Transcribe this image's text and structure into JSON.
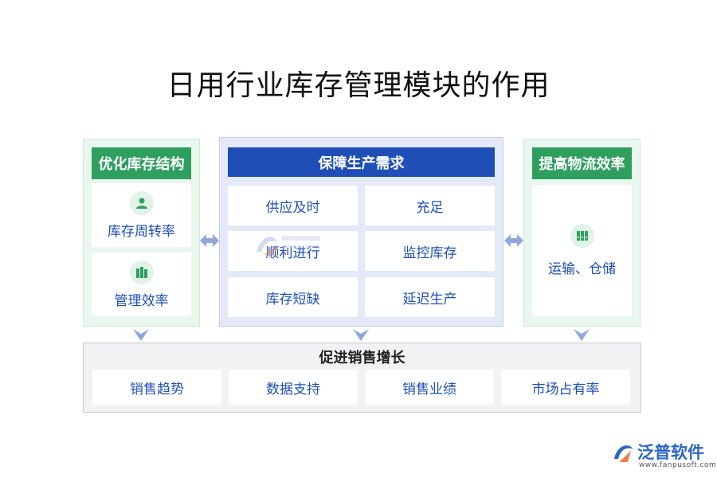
{
  "title": "日用行业库存管理模块的作用",
  "left": {
    "header": "优化库存结构",
    "items": [
      {
        "label": "库存周转率",
        "icon": "user-icon"
      },
      {
        "label": "管理效率",
        "icon": "books-icon"
      }
    ]
  },
  "middle": {
    "header": "保障生产需求",
    "cells": [
      "供应及时",
      "充足",
      "顺利进行",
      "监控库存",
      "库存短缺",
      "延迟生产"
    ]
  },
  "right": {
    "header": "提高物流效率",
    "items": [
      {
        "label": "运输、仓储",
        "icon": "binder-icon"
      }
    ]
  },
  "bottom": {
    "header": "促进销售增长",
    "cells": [
      "销售趋势",
      "数据支持",
      "销售业绩",
      "市场占有率"
    ]
  },
  "logo": {
    "name": "泛普软件",
    "url": "www.fanpusoft.com"
  },
  "colors": {
    "green": "#2f9f60",
    "blue": "#1f4fb6",
    "arrow": "#8fa6dd"
  }
}
